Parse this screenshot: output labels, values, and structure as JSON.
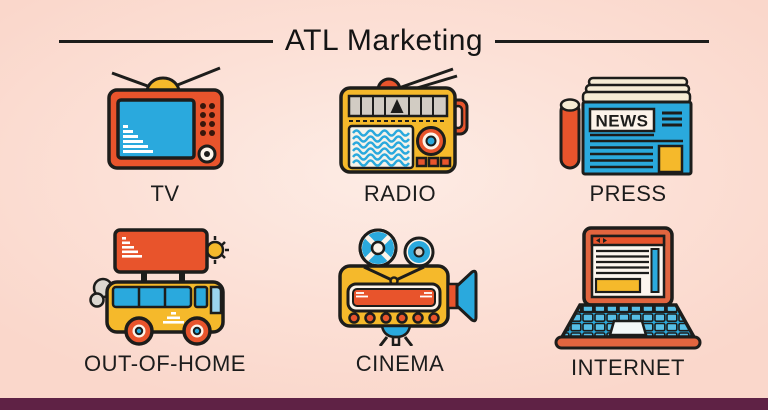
{
  "title": "ATL Marketing",
  "items": [
    {
      "label": "TV",
      "icon": "tv-icon"
    },
    {
      "label": "RADIO",
      "icon": "radio-icon"
    },
    {
      "label": "PRESS",
      "icon": "press-icon"
    },
    {
      "label": "OUT-OF-HOME",
      "icon": "out-of-home-icon"
    },
    {
      "label": "CINEMA",
      "icon": "cinema-icon"
    },
    {
      "label": "INTERNET",
      "icon": "internet-icon"
    }
  ],
  "press": {
    "headline": "NEWS"
  },
  "colors": {
    "outline": "#1d1d1b",
    "orange": "#e8542c",
    "yellow": "#f5b92b",
    "blue": "#2aa9dd",
    "cream": "#f6ecd4",
    "background_center": "#fdece5",
    "background_edge": "#fad7cb",
    "footer_bar": "#5f2245"
  }
}
